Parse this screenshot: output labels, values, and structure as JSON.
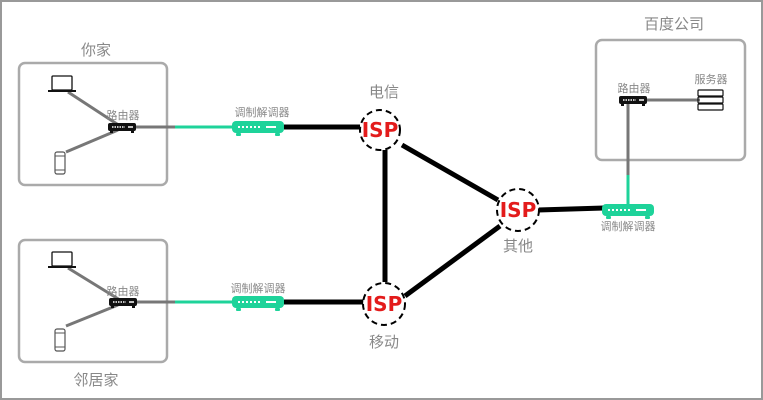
{
  "groups": {
    "your_home": "你家",
    "neighbor_home": "邻居家",
    "baidu": "百度公司"
  },
  "devices": {
    "router": "路由器",
    "modem": "调制解调器",
    "server": "服务器"
  },
  "isps": [
    {
      "id": "telecom",
      "label": "电信",
      "badge": "ISP"
    },
    {
      "id": "mobile",
      "label": "移动",
      "badge": "ISP"
    },
    {
      "id": "other",
      "label": "其他",
      "badge": "ISP"
    }
  ],
  "colors": {
    "modem": "#1ed39a",
    "isp_text": "#e31b1b",
    "box": "#aaaaaa",
    "link": "#000000"
  }
}
